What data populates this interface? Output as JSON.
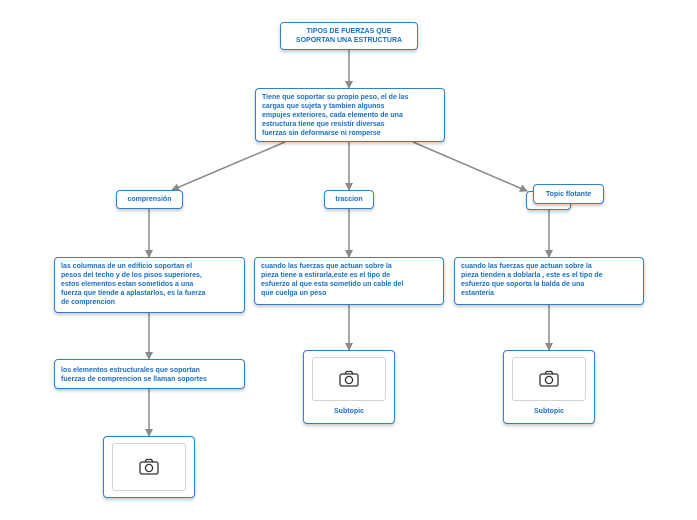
{
  "root": {
    "text": "TIPOS DE FUERZAS QUE\nSOPORTAN UNA ESTRUCTURA"
  },
  "definition": {
    "text": "Tiene que soportar su propio peso, el de las\ncargas que sujeta y tambien algunos\nempujes exteriores, cada elemento de una\nestructura tiene que resistir diversas\nfuerzas sin deformarse ni romperse"
  },
  "branches": [
    {
      "label": "comprensión",
      "description": "las columnas de un edificio soportan el\npesos del techo y de los pisos superiores,\nestos elementos estan sometidos a una\nfuerza que tiende a aplastarlos, es la fuerza\nde comprencion",
      "note": "los elementos estructurales que soportan\nfuerzas de comprencion se llaman soportes"
    },
    {
      "label": "traccion",
      "description": "cuando las fuerzas que actuan sobre la\npieza tiene a estirarla,este es el tipo de\nesfuerzo al que esta sometido un cable del\nque cuelga un peso",
      "subtopic": "Subtopic"
    },
    {
      "label": "",
      "floating_topic": "Topic flotante",
      "description": "cuando las fuerzas que actuan sobre la\npieza tienden a doblarla , este es el tipo de\nesfuerzo que soporta la balda de una\nestanteria",
      "subtopic": "Subtopic"
    }
  ],
  "icons": {
    "image_placeholder": "camera-icon"
  },
  "colors": {
    "border": "#2f80d0",
    "text": "#1a6fc4",
    "connector": "#8a8a8a"
  }
}
